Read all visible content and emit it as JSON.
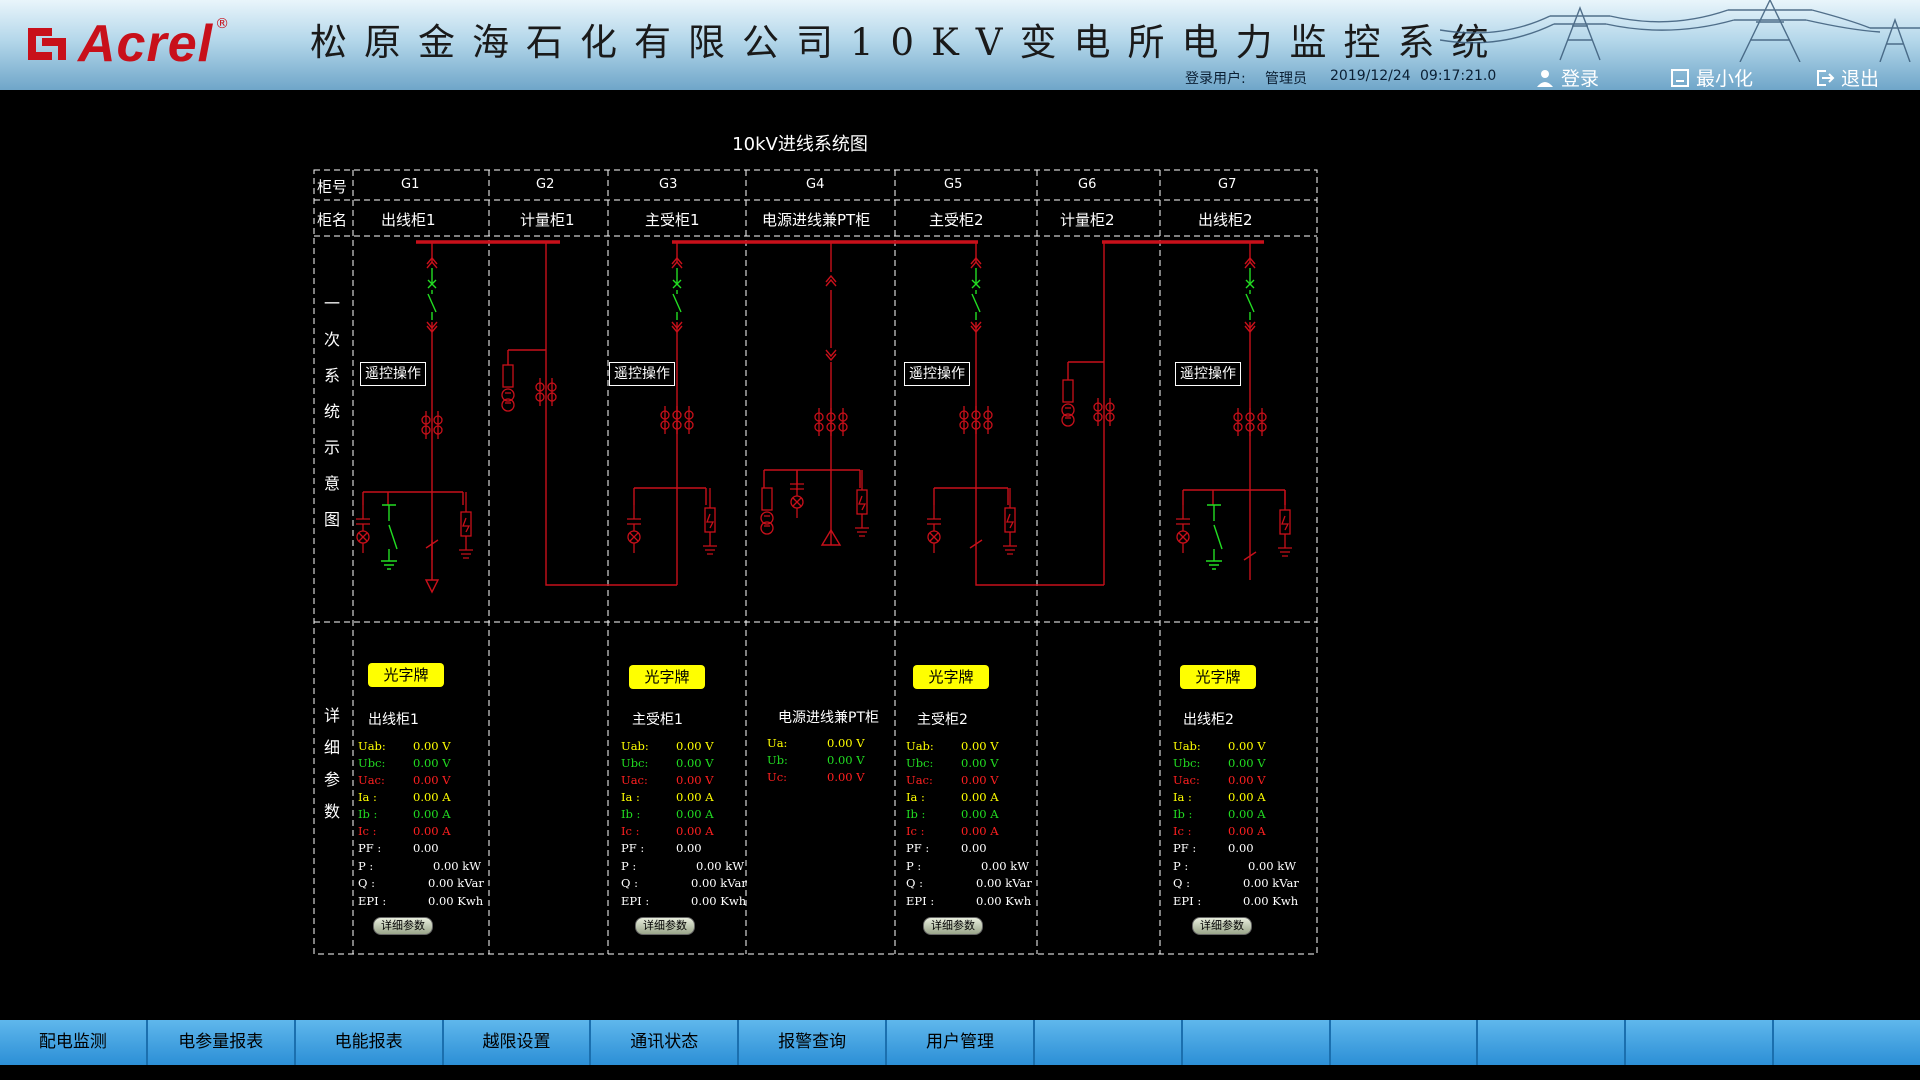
{
  "header": {
    "logo_text": "Acrel",
    "logo_reg": "®",
    "system_title": "松原金海石化有限公司10KV变电所电力监控系统",
    "user_label": "登录用户:",
    "user_name": "管理员",
    "date": "2019/12/24",
    "time": "09:17:21.0",
    "login_label": "登录",
    "minimize_label": "最小化",
    "exit_label": "退出"
  },
  "diagram": {
    "title": "10kV进线系统图",
    "row_label_no": "柜号",
    "row_label_name": "柜名",
    "primary_label": [
      "一",
      "次",
      "系",
      "统",
      "示",
      "意",
      "图"
    ],
    "detail_label": [
      "详",
      "细",
      "参",
      "数"
    ],
    "remote_label": "遥控操作",
    "annunciator_label": "光字牌",
    "detail_button": "详细参数",
    "cabinets": [
      {
        "no": "G1",
        "name": "出线柜1"
      },
      {
        "no": "G2",
        "name": "计量柜1"
      },
      {
        "no": "G3",
        "name": "主受柜1"
      },
      {
        "no": "G4",
        "name": "电源进线兼PT柜"
      },
      {
        "no": "G5",
        "name": "主受柜2"
      },
      {
        "no": "G6",
        "name": "计量柜2"
      },
      {
        "no": "G7",
        "name": "出线柜2"
      }
    ]
  },
  "params": {
    "g1": {
      "name": "出线柜1",
      "Uab": "0.00 V",
      "Ubc": "0.00 V",
      "Uac": "0.00 V",
      "Ia": "0.00 A",
      "Ib": "0.00 A",
      "Ic": "0.00 A",
      "PF": "0.00",
      "P": "0.00 kW",
      "Q": "0.00 kVar",
      "EPI": "0.00 Kwh"
    },
    "g3": {
      "name": "主受柜1",
      "Uab": "0.00 V",
      "Ubc": "0.00 V",
      "Uac": "0.00 V",
      "Ia": "0.00 A",
      "Ib": "0.00 A",
      "Ic": "0.00 A",
      "PF": "0.00",
      "P": "0.00 kW",
      "Q": "0.00 kVar",
      "EPI": "0.00 Kwh"
    },
    "g4": {
      "name": "电源进线兼PT柜",
      "Ua": "0.00 V",
      "Ub": "0.00 V",
      "Uc": "0.00 V"
    },
    "g5": {
      "name": "主受柜2",
      "Uab": "0.00 V",
      "Ubc": "0.00 V",
      "Uac": "0.00 V",
      "Ia": "0.00 A",
      "Ib": "0.00 A",
      "Ic": "0.00 A",
      "PF": "0.00",
      "P": "0.00 kW",
      "Q": "0.00 kVar",
      "EPI": "0.00 Kwh"
    },
    "g7": {
      "name": "出线柜2",
      "Uab": "0.00 V",
      "Ubc": "0.00 V",
      "Uac": "0.00 V",
      "Ia": "0.00 A",
      "Ib": "0.00 A",
      "Ic": "0.00 A",
      "PF": "0.00",
      "P": "0.00 kW",
      "Q": "0.00 kVar",
      "EPI": "0.00 Kwh"
    }
  },
  "param_keys": {
    "Uab": "Uab:",
    "Ubc": "Ubc:",
    "Uac": "Uac:",
    "Ia": "Ia :",
    "Ib": "Ib :",
    "Ic": "Ic :",
    "PF": "PF :",
    "P": "P  :",
    "Q": "Q  :",
    "EPI": "EPI :",
    "Ua": "Ua:",
    "Ub": "Ub:",
    "Uc": "Uc:"
  },
  "nav": {
    "items": [
      "配电监测",
      "电参量报表",
      "电能报表",
      "越限设置",
      "通讯状态",
      "报警查询",
      "用户管理"
    ]
  },
  "colors": {
    "line_red": "#c8101a",
    "closed_green": "#22dd22",
    "yellow": "#ffff00",
    "grid_white": "#ffffff",
    "nav_blue": "#2c8fd6"
  }
}
